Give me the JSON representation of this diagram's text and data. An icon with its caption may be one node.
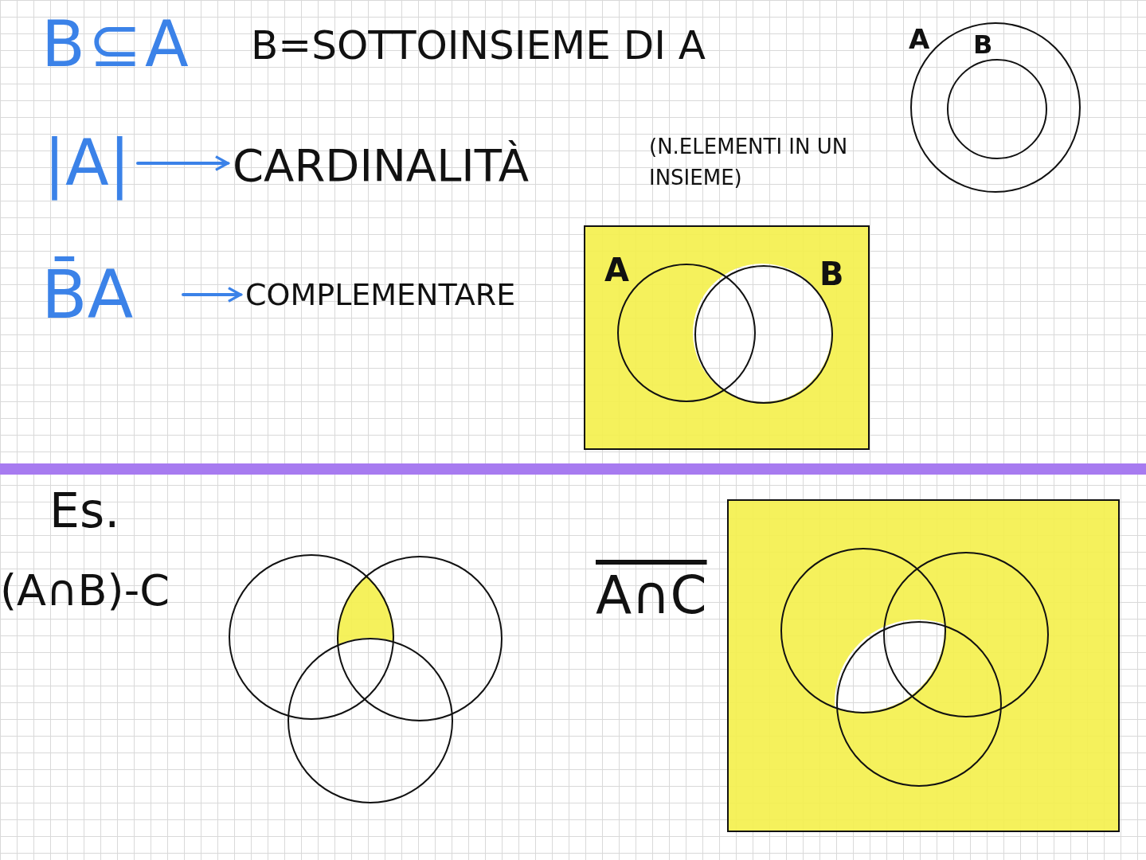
{
  "diagram": {
    "nodes": [
      {
        "text": [
          "A"
        ]
      },
      {
        "text": [
          "B"
        ],
        "in": 0
      },
      {
        "text": [
          "|A|"
        ]
      },
      {
        "text": [
          "CARDINALITÀ"
        ]
      },
      {
        "text": [
          "B̄A"
        ]
      },
      {
        "text": [
          "COMPLEMENTARE"
        ]
      },
      {
        "text": [],
        "shape": "box"
      },
      {
        "text": [
          "A"
        ],
        "in": 6
      },
      {
        "text": [
          "B"
        ],
        "in": 6
      },
      {
        "text": [],
        "shape": "circle"
      },
      {
        "text": [],
        "shape": "circle"
      },
      {
        "text": [],
        "shape": "circle"
      },
      {
        "text": [],
        "shape": "box"
      },
      {
        "text": [],
        "shape": "circle",
        "in": 12
      },
      {
        "text": [],
        "shape": "circle",
        "in": 12
      },
      {
        "text": [],
        "shape": "circle",
        "in": 12
      },
      {
        "text": [],
        "shape": "bar"
      }
    ],
    "edges": [
      {
        "from": 2,
        "to": 3,
        "arrow": "to"
      },
      {
        "from": 4,
        "to": 5,
        "arrow": "to"
      }
    ],
    "labels": [
      "B⊆A",
      "B=SOTTOINSIEME DI A",
      "(N.ELEMENTI IN UN INSIEME)",
      "Es.",
      "(A∩B)-C",
      "A∩C"
    ]
  }
}
